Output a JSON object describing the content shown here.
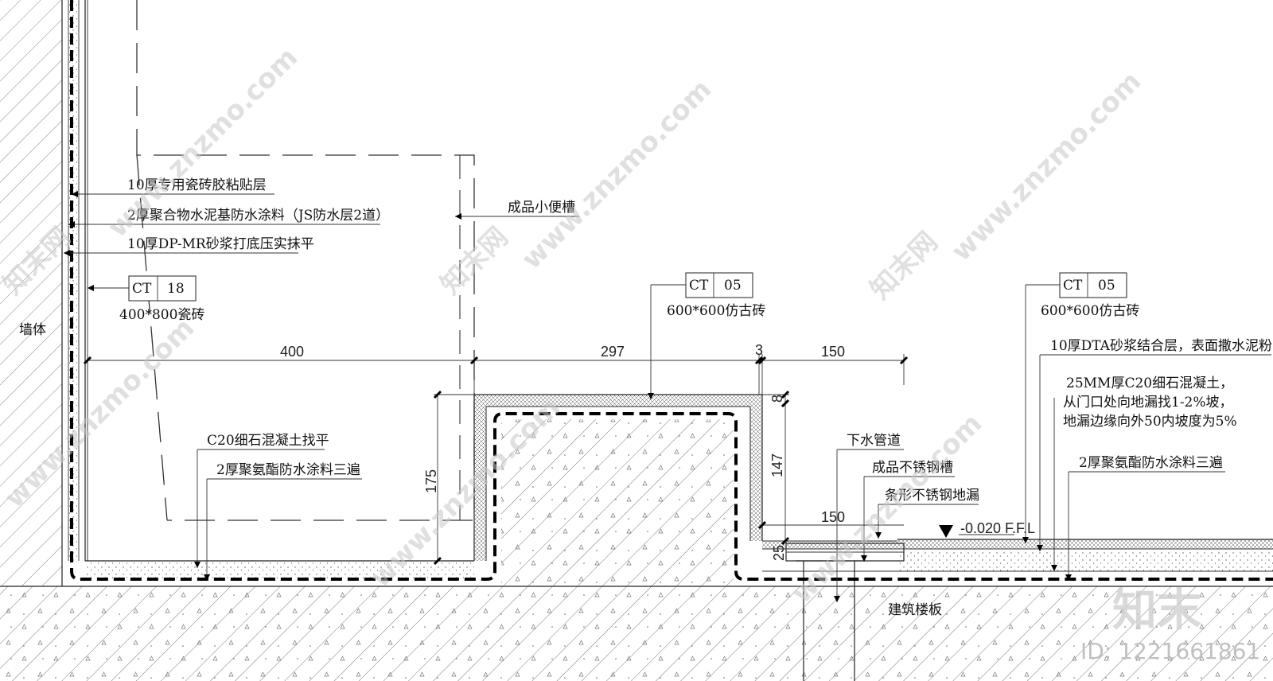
{
  "labels": {
    "wall": "墙体",
    "tile_adhesive": "10厚专用瓷砖胶粘贴层",
    "polymer_coating": "2厚聚合物水泥基防水涂料（JS防水层2道）",
    "dp_mortar": "10厚DP-MR砂浆打底压实抹平",
    "tile_400": "400*800瓷砖",
    "urinal_trough": "成品小便槽",
    "antique_tile_1": "600*600仿古砖",
    "antique_tile_2": "600*600仿古砖",
    "dta_mortar": "10厚DTA砂浆结合层，表面撒水泥粉",
    "c20_concrete": [
      "25MM厚C20细石混凝土，",
      "从门口处向地漏找1-2%坡，",
      "地漏边缘向外50内坡度为5%"
    ],
    "c20_level": "C20细石混凝土找平",
    "pu_coating_1": "2厚聚氨酯防水涂料三遍",
    "pu_coating_2": "2厚聚氨酯防水涂料三遍",
    "drain_pipe": "下水管道",
    "ss_trough": "成品不锈钢槽",
    "ss_drain": "条形不锈钢地漏",
    "level_mark": "-0.020 F.F.L",
    "building_slab": "建筑楼板"
  },
  "tags": {
    "ct18": {
      "code": "CT",
      "num": "18"
    },
    "ct05a": {
      "code": "CT",
      "num": "05"
    },
    "ct05b": {
      "code": "CT",
      "num": "05"
    }
  },
  "dimensions": {
    "d400": "400",
    "d297": "297",
    "d3": "3",
    "d150a": "150",
    "d150b": "150",
    "d175": "175",
    "d147": "147",
    "d8": "8",
    "d25": "25"
  },
  "watermark": {
    "site": "www.znzmo.com",
    "brand": "知末网",
    "logo": "知末",
    "id": "ID: 1221661861"
  }
}
